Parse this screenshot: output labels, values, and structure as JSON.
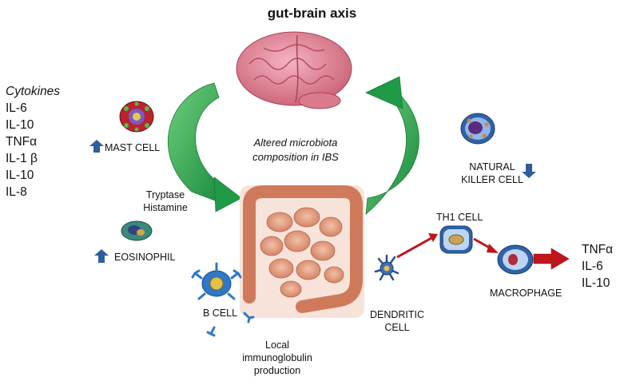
{
  "title": "gut-brain axis",
  "center_caption": [
    "Altered microbiota",
    "composition in IBS"
  ],
  "cytokines_left": {
    "heading": "Cytokines",
    "items": [
      "IL-6",
      "IL-10",
      "TNFα",
      "IL-1 β",
      "IL-10",
      "IL-8"
    ]
  },
  "cells": {
    "mast_cell": "MAST CELL",
    "mediators": [
      "Tryptase",
      "Histamine"
    ],
    "eosinophil": "EOSINOPHIL",
    "b_cell": "B CELL",
    "local_ig": [
      "Local",
      "immunoglobulin",
      "production"
    ],
    "natural_killer": [
      "NATURAL",
      "KILLER CELL"
    ],
    "th1": "TH1 CELL",
    "dendritic": [
      "DENDRITIC",
      "CELL"
    ],
    "macrophage": "MACROPHAGE"
  },
  "cytokines_right": [
    "TNFα",
    "IL-6",
    "IL-10"
  ],
  "trends": {
    "mast_cell": "up",
    "eosinophil": "up",
    "natural_killer": "down"
  },
  "colors": {
    "cycle_arrow": "#2aa84a",
    "trend_arrow": "#2f5d9b",
    "pathway_arrow": "#c0151b",
    "brain": "#e58a9a",
    "gut": "#e9a184"
  }
}
